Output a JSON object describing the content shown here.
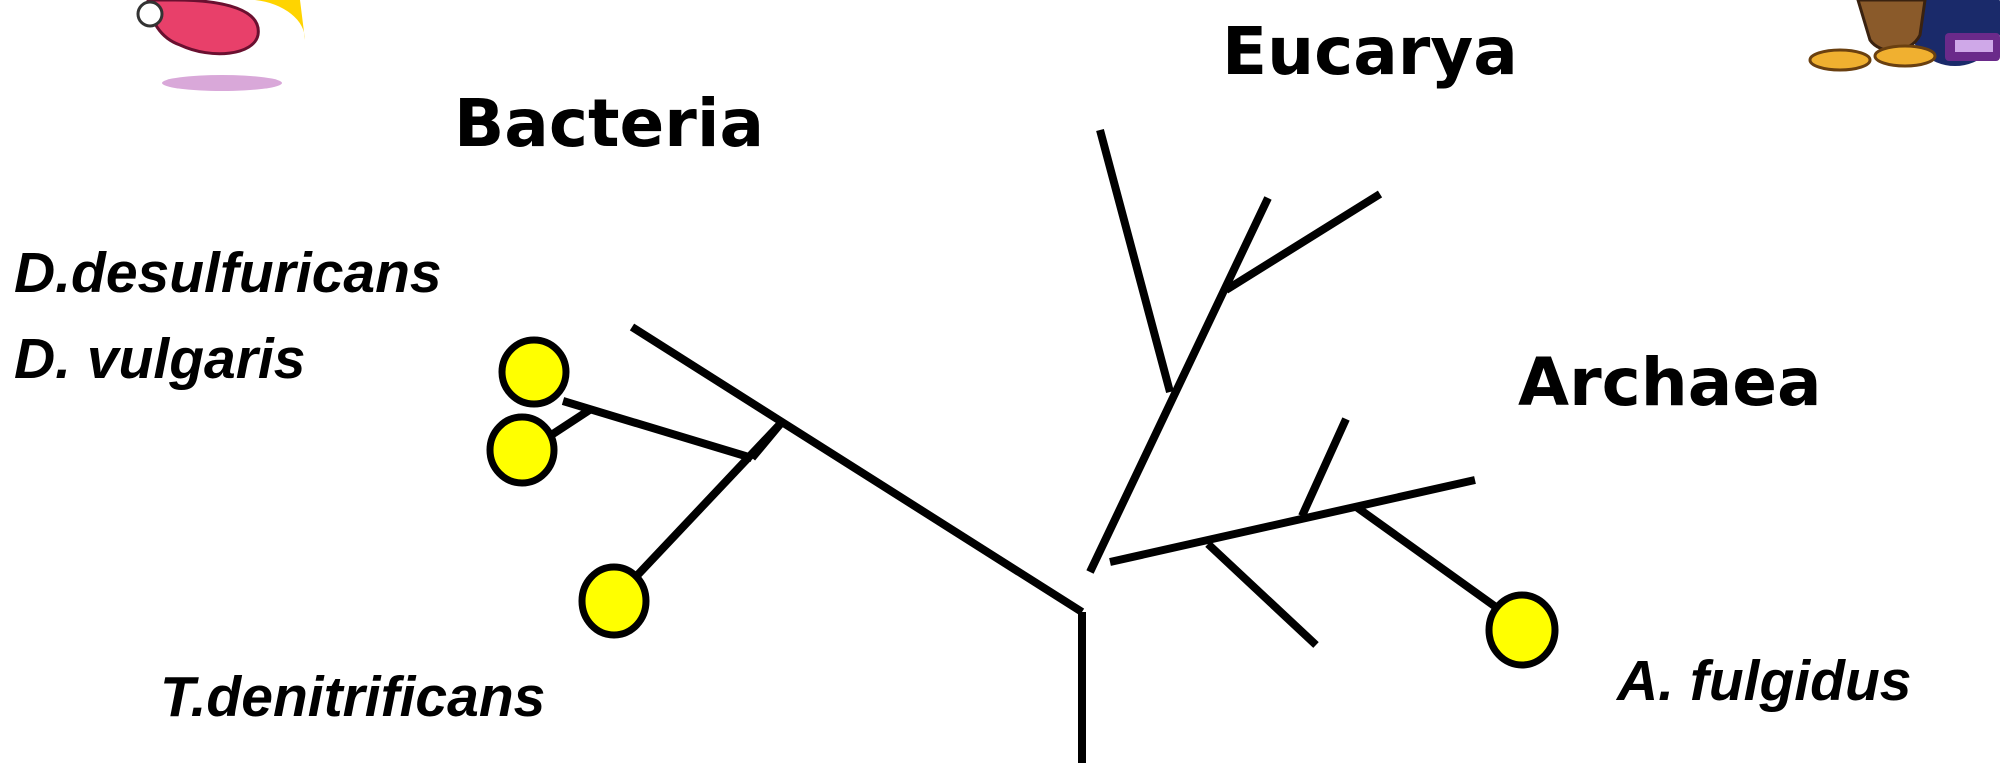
{
  "diagram": {
    "domains": {
      "eucarya": "Eucarya",
      "bacteria": "Bacteria",
      "archaea": "Archaea"
    },
    "species": {
      "d_desulfuricans": "D.desulfuricans",
      "d_vulgaris": "D. vulgaris",
      "t_denitrificans": "T.denitrificans",
      "a_fulgidus": "A. fulgidus"
    },
    "colors": {
      "highlight_node": "#ffff00",
      "branch": "#000000"
    },
    "decorations": {
      "top_left": "cartoon-character-illustration",
      "top_right": "cartoon-character-illustration"
    }
  }
}
